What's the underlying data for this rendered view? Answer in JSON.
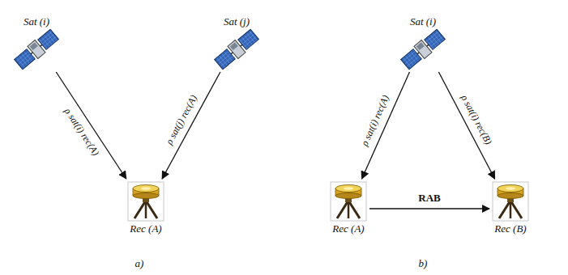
{
  "diagram": {
    "nodes": [
      {
        "text": [
          "Sat (i)"
        ]
      },
      {
        "text": [
          "Sat (j)"
        ]
      },
      {
        "text": [
          "Rec (A)"
        ]
      },
      {
        "text": [
          "Sat (i)"
        ]
      },
      {
        "text": [
          "Rec (A)"
        ]
      },
      {
        "text": [
          "Rec (B)"
        ]
      }
    ],
    "edges": [
      {
        "from": 0,
        "to": 2,
        "arrow": "to",
        "label": "ρ sat(i) rec(A)"
      },
      {
        "from": 1,
        "to": 2,
        "arrow": "to",
        "label": "ρ sat(j) rec(A)"
      },
      {
        "from": 3,
        "to": 4,
        "arrow": "to",
        "label": "ρ sat(i) rec(A)"
      },
      {
        "from": 3,
        "to": 5,
        "arrow": "to",
        "label": "ρ sat(i) rec(B)"
      },
      {
        "from": 4,
        "to": 5,
        "arrow": "to",
        "label": "RAB"
      }
    ],
    "labels": [
      "a)",
      "b)"
    ]
  }
}
